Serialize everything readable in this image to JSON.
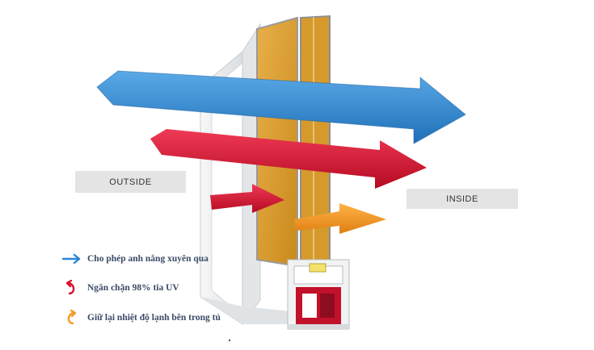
{
  "labels": {
    "outside": "OUTSIDE",
    "inside": "INSIDE"
  },
  "legend": [
    {
      "icon": "blue-straight-arrow-icon",
      "color": "#2b86d1",
      "text": "Cho phép anh nắng xuyên qua"
    },
    {
      "icon": "red-return-arrow-icon",
      "color": "#d8102e",
      "text": "Ngăn chặn 98% tia UV"
    },
    {
      "icon": "orange-return-arrow-icon",
      "color": "#f29a22",
      "text": "Giữ lại nhiệt độ lạnh bên trong tủ"
    }
  ],
  "colors": {
    "blue_arrow": "#2b86d1",
    "red_arrow": "#d8102e",
    "orange_arrow": "#f29a22",
    "glass_tint": "#d99a2a",
    "frame_white": "#eceff1",
    "frame_core": "#c2112a"
  }
}
